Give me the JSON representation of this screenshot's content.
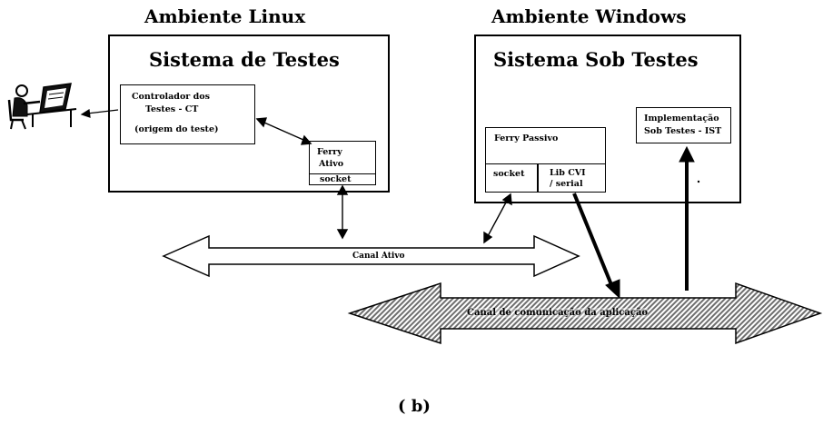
{
  "headings": {
    "linux": "Ambiente Linux",
    "windows": "Ambiente Windows"
  },
  "linux_box": {
    "title": "Sistema de Testes",
    "controller": {
      "line1": "Controlador dos",
      "line2": "Testes - CT",
      "line3": "(origem do teste)"
    },
    "ferry_agent": {
      "line1": "Ferry",
      "line2": "Ativo",
      "socket": "socket"
    }
  },
  "windows_box": {
    "title": "Sistema Sob Testes",
    "ferry_passive": {
      "label": "Ferry Passivo",
      "socket": "socket",
      "lib_line1": "Lib CVI",
      "lib_line2": "/ serial"
    },
    "implementation": {
      "line1": "Implementação",
      "line2": "Sob Testes - IST"
    }
  },
  "channels": {
    "ativo": "Canal Ativo",
    "comunicacao": "Canal de comunicação da aplicação"
  },
  "caption": "( b)"
}
